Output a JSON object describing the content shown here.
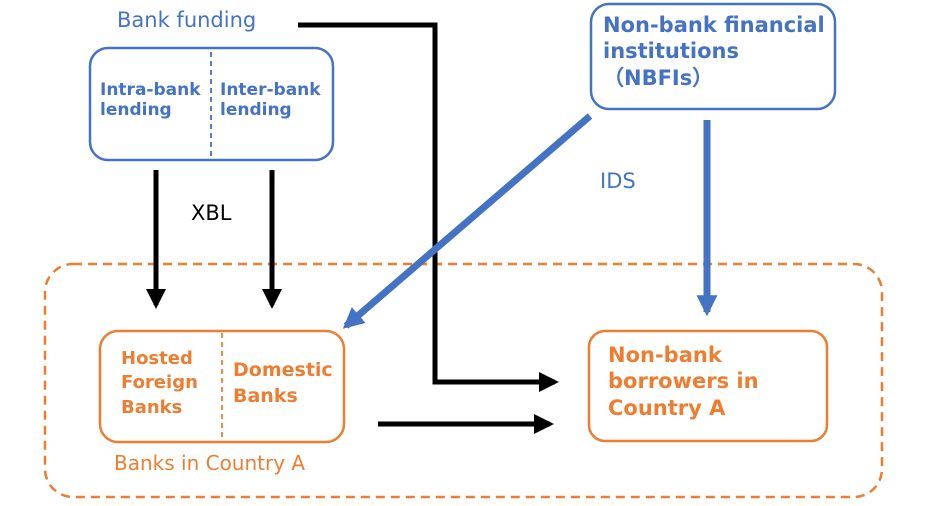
{
  "bank_funding": {
    "title": "Bank funding",
    "intra_label": "Intra-bank\nlending",
    "inter_label": "Inter-bank\nlending"
  },
  "nbfi": {
    "label": "Non-bank financial\ninstitutions\n（NBFIs）"
  },
  "flows": {
    "ids_label": "IDS",
    "xbl_label": "XBL"
  },
  "country_banks": {
    "hosted_label": "Hosted\nForeign\nBanks",
    "domestic_label": "Domestic\nBanks",
    "group_label": "Banks in Country A"
  },
  "borrowers": {
    "label": "Non-bank\nborrowers in\nCountry A"
  },
  "colors": {
    "blue": "#4472C4",
    "orange": "#ED7D31",
    "black": "#000000"
  }
}
